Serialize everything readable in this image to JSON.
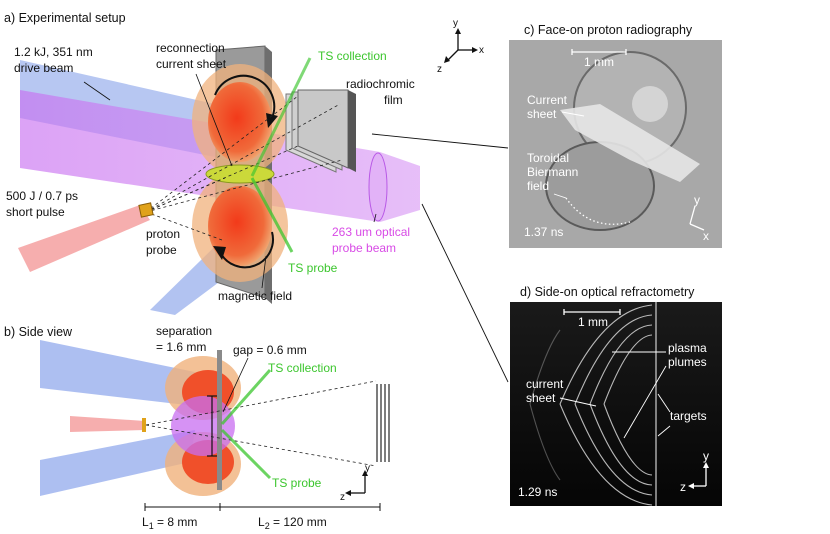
{
  "panel_a": {
    "title": "a) Experimental setup",
    "drive_beam": [
      "1.2 kJ, 351 nm",
      "drive beam"
    ],
    "current_sheet": [
      "reconnection",
      "current sheet"
    ],
    "ts_collection": "TS collection",
    "film": [
      "radiochromic",
      "film"
    ],
    "short_pulse": [
      "500 J / 0.7 ps",
      "short pulse"
    ],
    "proton_probe": [
      "proton",
      "probe"
    ],
    "ts_probe": "TS probe",
    "optical_probe": [
      "263 um optical",
      "probe beam"
    ],
    "magnetic_field": "magnetic field",
    "axes": {
      "y": "y",
      "x": "x",
      "z": "z"
    }
  },
  "panel_b": {
    "title": "b) Side view",
    "separation": [
      "separation",
      "= 1.6 mm"
    ],
    "gap": "gap = 0.6 mm",
    "ts_collection": "TS collection",
    "ts_probe": "TS probe",
    "l1": {
      "sym": "L",
      "sub": "1",
      "rest": " = 8 mm"
    },
    "l2": {
      "sym": "L",
      "sub": "2",
      "rest": " = 120 mm"
    },
    "axes": {
      "y": "y",
      "z": "z"
    }
  },
  "panel_c": {
    "title": "c) Face-on proton radiography",
    "scale": "1 mm",
    "current_sheet": [
      "Current",
      "sheet"
    ],
    "field": [
      "Toroidal",
      "Biermann",
      "field"
    ],
    "time": "1.37 ns",
    "axes": {
      "y": "y",
      "x": "x"
    }
  },
  "panel_d": {
    "title": "d) Side-on optical refractometry",
    "scale": "1 mm",
    "plumes": [
      "plasma",
      "plumes"
    ],
    "current_sheet": [
      "current",
      "sheet"
    ],
    "targets": "targets",
    "time": "1.29 ns",
    "axes": {
      "y": "y",
      "z": "z"
    }
  },
  "colors": {
    "drive_beam": "#9fb4ee",
    "proton_beam": "#f4a0a0",
    "optical_beam": "#d58cf2",
    "plasma_outer": "#f0b27c",
    "plasma_inner": "#f0502a",
    "ts_green": "#3cc62e",
    "target_gray": "#8a8a8a"
  }
}
